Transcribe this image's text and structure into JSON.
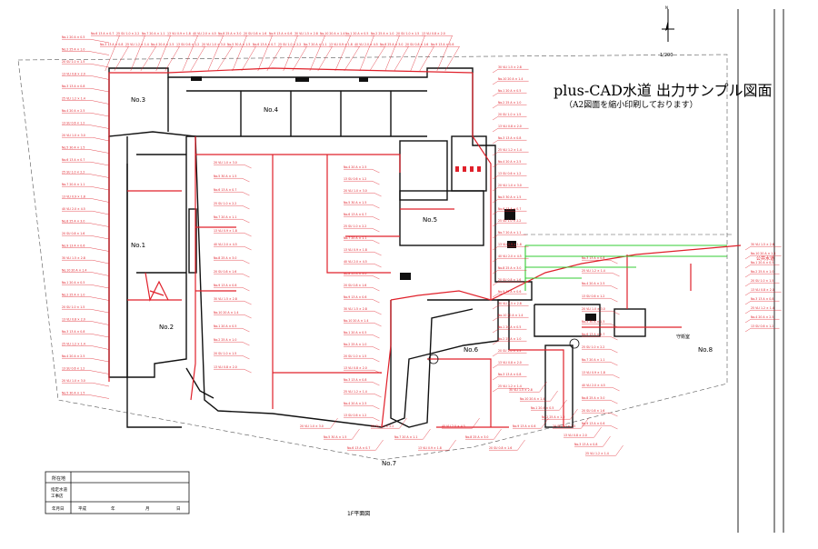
{
  "drawing": {
    "title": "plus-CAD水道 出力サンプル図面",
    "subtitle": "（A2図面を縮小印刷しております）",
    "scale": "1/200",
    "north_label": "N",
    "floor_label": "1F平面図",
    "colors": {
      "pipe": "#e0202a",
      "wall": "#111111",
      "new_pipe": "#33cc33",
      "paper": "#ffffff"
    }
  },
  "buildings": {
    "b1": "No.1",
    "b2": "No.2",
    "b3": "No.3",
    "b4": "No.4",
    "b5": "No.5",
    "b6": "No.6",
    "b7": "No.7",
    "b8": "No.8"
  },
  "notes": {
    "water_main": "公共水道",
    "guard": "守衛室"
  },
  "title_block": {
    "row1": "所在地",
    "row2a": "指定水道",
    "row2b": "工事店",
    "row3_label": "年月日",
    "era": "平成",
    "year": "年",
    "month": "月",
    "day": "日"
  },
  "labels": [
    "No.1 20 A × 0.5",
    "No.2 25 A × 1.0",
    "20 SU 1.0 × 1.5",
    "13 VLI 0.8 × 2.0",
    "No.3 13 A × 0.8",
    "25 VLI 1.2 × 1.4",
    "No.4 20 A × 2.5",
    "13 SU 0.6 × 1.2",
    "20 VLI 1.0 × 3.0",
    "No.5 30 A × 1.5",
    "No.6 13 A × 0.7",
    "25 SU 1.0 × 2.2",
    "No.7 20 A × 1.1",
    "13 VLI 0.9 × 1.8",
    "40 VLI 2.0 × 4.5",
    "No.8 25 A × 3.0",
    "20 SU 0.8 × 1.6",
    "No.9 13 A × 0.6",
    "30 VLI 1.5 × 2.8",
    "No.10 20 A × 1.4"
  ]
}
